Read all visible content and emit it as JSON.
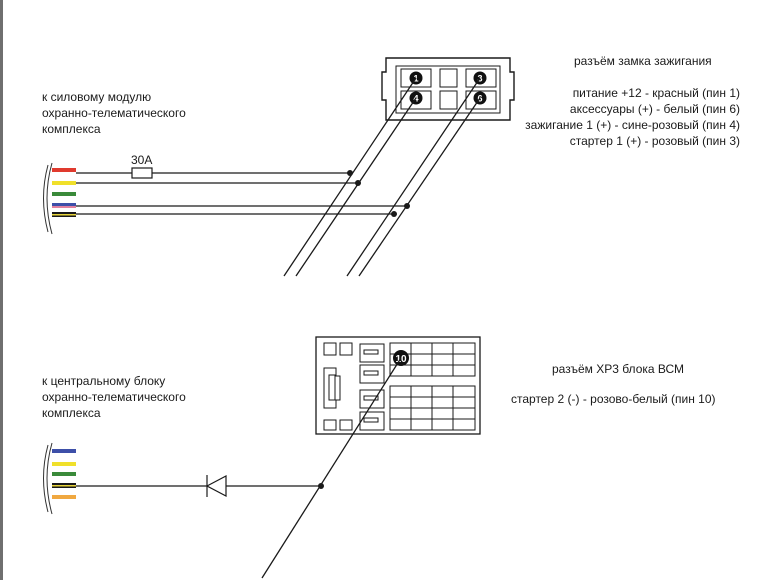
{
  "ignition": {
    "title": "разъём замка зажигания",
    "lines": [
      "питание +12 - красный (пин 1)",
      "аксессуары (+) - белый (пин 6)",
      "зажигание 1 (+) - сине-розовый (пин 4)",
      "стартер 1 (+) - розовый (пин 3)"
    ],
    "pins": [
      "1",
      "3",
      "4",
      "6"
    ]
  },
  "power_module": {
    "lines": [
      "к силовому модулю",
      "охранно-телематического",
      "комплекса"
    ],
    "fuse": "30А",
    "wire_colors": [
      "#e03a2e",
      "#f0e02a",
      "#3a8a3a",
      "#3d4fa8",
      "#e6d33a"
    ]
  },
  "bcm": {
    "title": "разъём ХР3 блока ВСМ",
    "line": "стартер 2 (-) - розово-белый (пин 10)",
    "pin": "10"
  },
  "central_unit": {
    "lines": [
      "к центральному блоку",
      "охранно-телематического",
      "комплекса"
    ],
    "wire_colors": [
      "#3d4fa8",
      "#f0e02a",
      "#3a8a3a",
      "#e6d33a",
      "#f0a840"
    ]
  }
}
